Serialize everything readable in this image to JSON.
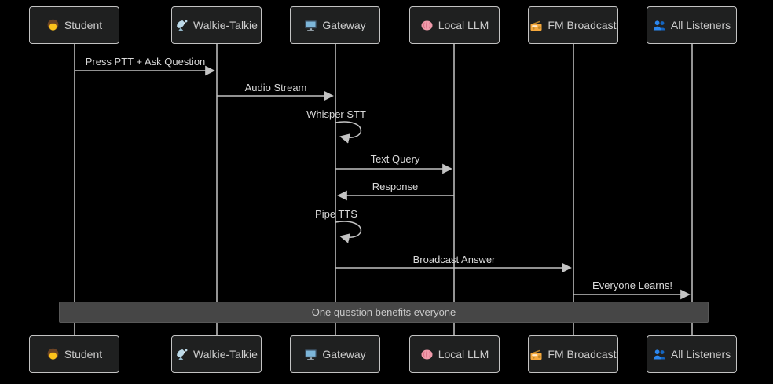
{
  "diagram": {
    "kind": "sequence-diagram",
    "actors": [
      {
        "id": "student",
        "emoji": "👩",
        "label": "Student"
      },
      {
        "id": "walkie-talkie",
        "emoji": "📡",
        "label": "Walkie-Talkie"
      },
      {
        "id": "gateway",
        "emoji": "🖥️",
        "label": "Gateway"
      },
      {
        "id": "local-llm",
        "emoji": "🧠",
        "label": "Local LLM"
      },
      {
        "id": "fm-broadcast",
        "emoji": "📻",
        "label": "FM Broadcast"
      },
      {
        "id": "all-listeners",
        "emoji": "👥",
        "label": "All Listeners"
      }
    ],
    "messages": [
      {
        "from": "student",
        "to": "walkie-talkie",
        "label": "Press PTT + Ask Question",
        "line": "solid",
        "kind": "message"
      },
      {
        "from": "walkie-talkie",
        "to": "gateway",
        "label": "Audio Stream",
        "line": "solid",
        "kind": "message"
      },
      {
        "from": "gateway",
        "to": "gateway",
        "label": "Whisper STT",
        "line": "solid",
        "kind": "self-loop"
      },
      {
        "from": "gateway",
        "to": "local-llm",
        "label": "Text Query",
        "line": "solid",
        "kind": "message"
      },
      {
        "from": "local-llm",
        "to": "gateway",
        "label": "Response",
        "line": "solid",
        "kind": "message"
      },
      {
        "from": "gateway",
        "to": "gateway",
        "label": "Pipe TTS",
        "line": "solid",
        "kind": "self-loop"
      },
      {
        "from": "gateway",
        "to": "fm-broadcast",
        "label": "Broadcast Answer",
        "line": "solid",
        "kind": "message"
      },
      {
        "from": "fm-broadcast",
        "to": "all-listeners",
        "label": "Everyone Learns!",
        "line": "solid",
        "kind": "message"
      }
    ],
    "note": {
      "text": "One question benefits everyone",
      "spans": [
        "student",
        "all-listeners"
      ]
    },
    "colors": {
      "background": "#000000",
      "actor_fill": "#1f2020",
      "actor_border": "#c3c3c3",
      "actor_text": "#cccccc",
      "line": "#c3c3c3",
      "message_text": "#d9d9d9",
      "note_fill": "#464646",
      "note_text": "#c9c9c9"
    }
  }
}
